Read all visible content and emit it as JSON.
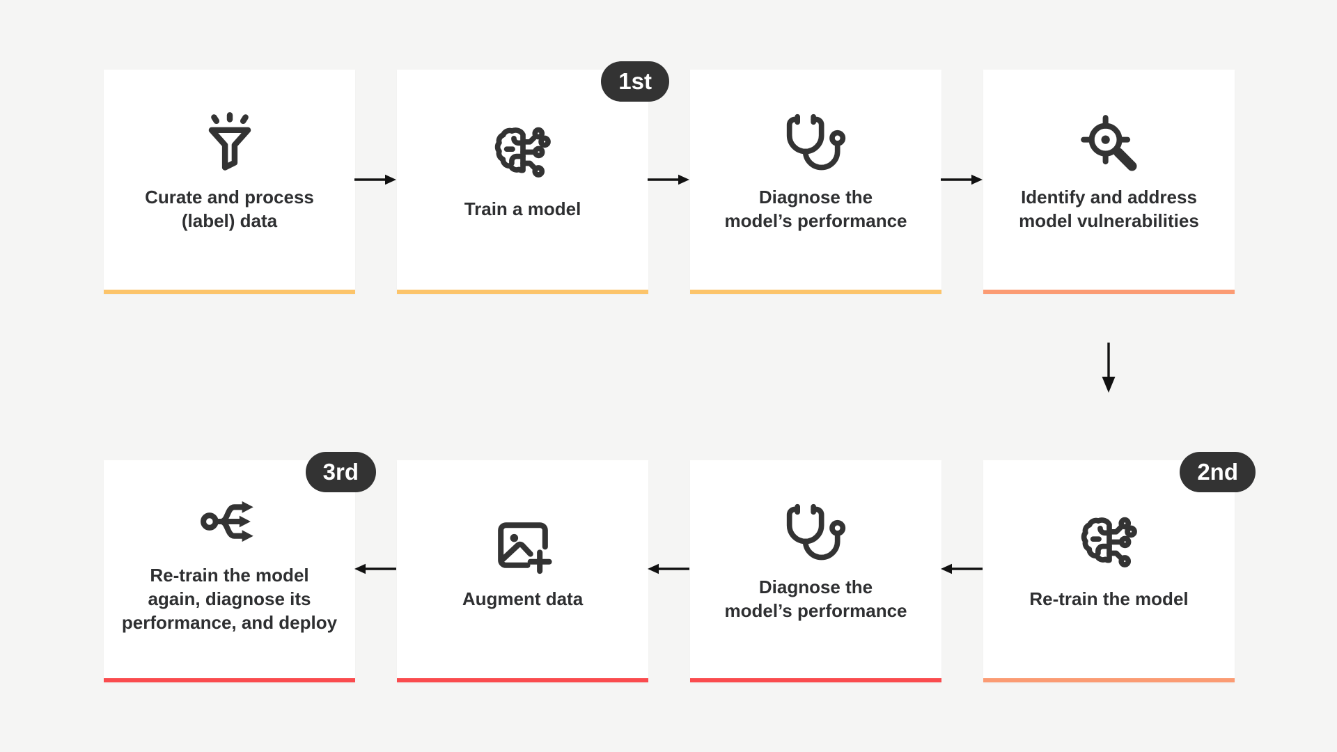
{
  "diagram": {
    "background": "#f5f5f4",
    "card_background": "#ffffff",
    "text_color": "#2e2f31",
    "arrow_color": "#111111",
    "badge_style": {
      "background": "#333333",
      "text_color": "#ffffff"
    },
    "accent_colors": {
      "amber": "#fcc46a",
      "salmon": "#fb9b73",
      "red": "#fa4b4e"
    },
    "cards": [
      {
        "label": "Curate and process\n(label) data",
        "icon": "funnel-sparkle-icon",
        "accent": "#fcc46a",
        "badge": ""
      },
      {
        "label": "Train a model",
        "icon": "brain-circuit-icon",
        "accent": "#fcc46a",
        "badge": "1st"
      },
      {
        "label": "Diagnose the\nmodel’s performance",
        "icon": "stethoscope-icon",
        "accent": "#fcc46a",
        "badge": ""
      },
      {
        "label": "Identify and address\nmodel vulnerabilities",
        "icon": "crosshair-magnifier-icon",
        "accent": "#fb9b73",
        "badge": ""
      },
      {
        "label": "Re-train the model",
        "icon": "brain-circuit-icon",
        "accent": "#fb9b73",
        "badge": "2nd"
      },
      {
        "label": "Diagnose the\nmodel’s performance",
        "icon": "stethoscope-icon",
        "accent": "#fa4b4e",
        "badge": ""
      },
      {
        "label": "Augment data",
        "icon": "image-plus-icon",
        "accent": "#fa4b4e",
        "badge": ""
      },
      {
        "label": "Re-train the model\nagain, diagnose its\nperformance, and deploy",
        "icon": "split-arrows-icon",
        "accent": "#fa4b4e",
        "badge": "3rd"
      }
    ]
  }
}
